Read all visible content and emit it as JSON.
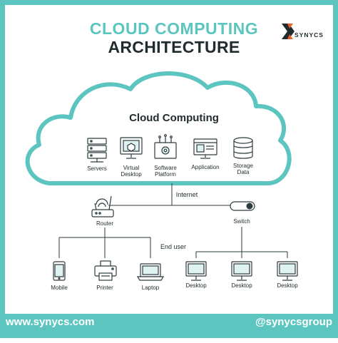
{
  "title": {
    "line1": "CLOUD COMPUTING",
    "line2": "ARCHITECTURE"
  },
  "brand": {
    "name": "SYNYCS"
  },
  "cloud": {
    "title": "Cloud Computing",
    "services": [
      {
        "label": "Servers",
        "icon": "server-icon"
      },
      {
        "label": "Virtual\nDesktop",
        "icon": "virtual-desktop-icon"
      },
      {
        "label": "Software\nPlatform",
        "icon": "software-platform-icon"
      },
      {
        "label": "Application",
        "icon": "application-icon"
      },
      {
        "label": "Storage\nData",
        "icon": "storage-icon"
      }
    ]
  },
  "network": {
    "internet": "Internet",
    "router": "Router",
    "switch": "Switch",
    "end_user": "End user"
  },
  "devices": [
    {
      "label": "Mobile",
      "icon": "mobile-icon"
    },
    {
      "label": "Printer",
      "icon": "printer-icon"
    },
    {
      "label": "Laptop",
      "icon": "laptop-icon"
    },
    {
      "label": "Desktop",
      "icon": "desktop-icon"
    },
    {
      "label": "Desktop",
      "icon": "desktop-icon"
    },
    {
      "label": "Desktop",
      "icon": "desktop-icon"
    }
  ],
  "footer": {
    "website": "www.synycs.com",
    "handle": "@synycsgroup"
  },
  "colors": {
    "accent": "#5cc5c0",
    "dark": "#1f2b2e",
    "brand_orange": "#e8612c"
  }
}
